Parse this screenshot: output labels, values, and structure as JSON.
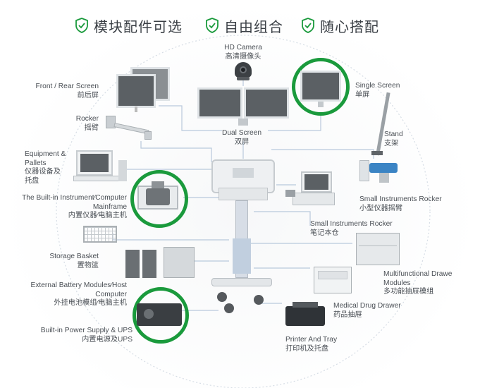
{
  "header": [
    {
      "text": "模块配件可选",
      "icon": "shield-check-icon"
    },
    {
      "text": "自由组合",
      "icon": "shield-check-icon"
    },
    {
      "text": "随心搭配",
      "icon": "shield-check-icon"
    }
  ],
  "colors": {
    "accent": "#1a9a3c",
    "connector": "#b9c9dc",
    "text": "#4a4f55"
  },
  "labels": {
    "hd_camera": {
      "en": "HD Camera",
      "zh": "高清摄像头"
    },
    "front_rear_screen": {
      "en": "Front / Rear Screen",
      "zh": "前后屏"
    },
    "rocker": {
      "en": "Rocker",
      "zh": "摇臂"
    },
    "equipment_pallets": {
      "en1": "Equipment &",
      "en2": "Pallets",
      "zh1": "仪器设备及",
      "zh2": "托盘"
    },
    "builtin_instrument": {
      "en1": "The Built-in Instrument⁄Computer",
      "en2": "Mainframe",
      "zh": "内置仪器⁄电脑主机"
    },
    "storage_basket": {
      "en": "Storage Basket",
      "zh": "置物篮"
    },
    "external_battery": {
      "en1": "External Battery Modules⁄Host",
      "en2": "Computer",
      "zh": "外挂电池模组⁄电脑主机"
    },
    "power_supply": {
      "en": "Built-in Power Supply & UPS",
      "zh": "内置电源及UPS"
    },
    "dual_screen": {
      "en": "Dual Screen",
      "zh": "双屏"
    },
    "single_screen": {
      "en": "Single Screen",
      "zh": "单屏"
    },
    "stand": {
      "en": "Stand",
      "zh": "支架"
    },
    "small_instruments_rocker": {
      "en": "Small Instruments Rocker",
      "zh": "小型仪器摇臂"
    },
    "notebook_rocker": {
      "en": "Small Instruments Rocker",
      "zh": "笔记本仓"
    },
    "multifunctional_drawer": {
      "en1": "Multifunctional Drawe",
      "en2": "Modules",
      "zh": "多功能抽屉模组"
    },
    "medical_drug_drawer": {
      "en": "Medical Drug Drawer",
      "zh": "药品抽屉"
    },
    "printer_tray": {
      "en": "Printer And Tray",
      "zh": "打印机及托盘"
    }
  }
}
